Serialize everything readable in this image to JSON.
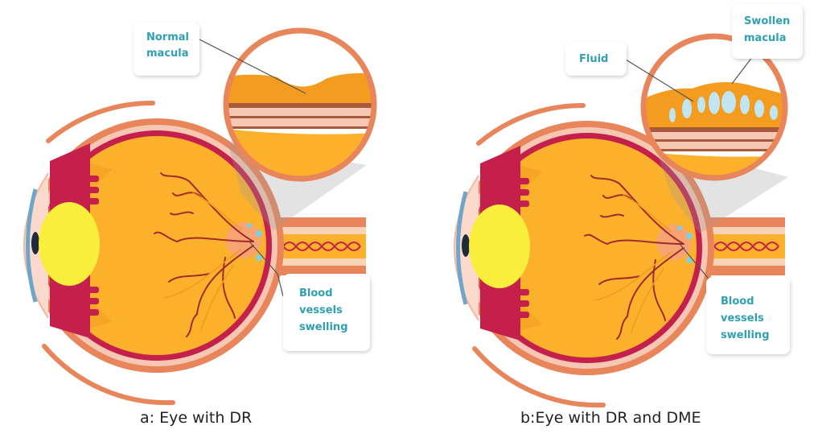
{
  "panel_a": {
    "caption": "a: Eye with DR",
    "label_normal_macula": [
      "Normal",
      "macula"
    ],
    "label_blood_vessels": [
      "Blood",
      "vessels",
      "swelling"
    ]
  },
  "panel_b": {
    "caption": "b:Eye with DR and DME",
    "label_fluid": [
      "Fluid"
    ],
    "label_swollen_macula": [
      "Swollen",
      "macula"
    ],
    "label_blood_vessels": [
      "Blood",
      "vessels",
      "swelling"
    ]
  },
  "colors": {
    "sclera_outline": "#e8855a",
    "eyeball_fill": "#fbb12b",
    "retina_red": "#c4204b",
    "lens_yellow": "#f9ee3c",
    "label_text": "#2f9fb4",
    "fluid": "#bfe6f1",
    "vessel": "#a32b2e"
  }
}
